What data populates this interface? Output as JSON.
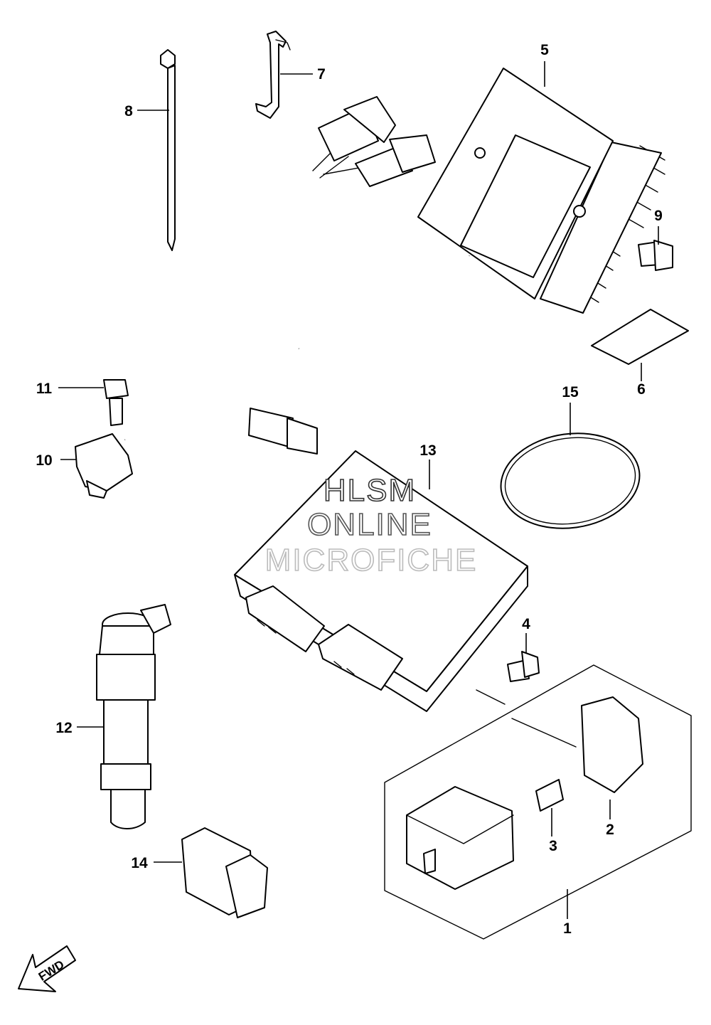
{
  "callouts": [
    {
      "id": "1",
      "label": "1"
    },
    {
      "id": "2",
      "label": "2"
    },
    {
      "id": "3",
      "label": "3"
    },
    {
      "id": "4",
      "label": "4"
    },
    {
      "id": "5",
      "label": "5"
    },
    {
      "id": "6",
      "label": "6"
    },
    {
      "id": "7",
      "label": "7"
    },
    {
      "id": "8",
      "label": "8"
    },
    {
      "id": "9",
      "label": "9"
    },
    {
      "id": "10",
      "label": "10"
    },
    {
      "id": "11",
      "label": "11"
    },
    {
      "id": "12",
      "label": "12"
    },
    {
      "id": "13",
      "label": "13"
    },
    {
      "id": "14",
      "label": "14"
    },
    {
      "id": "15",
      "label": "15"
    }
  ],
  "watermark": {
    "line1": "HLSM",
    "line2": "ONLINE",
    "line3": "MICROFICHE"
  },
  "direction_badge": {
    "label": "FWD",
    "icon": "arrow-down-left-icon"
  }
}
